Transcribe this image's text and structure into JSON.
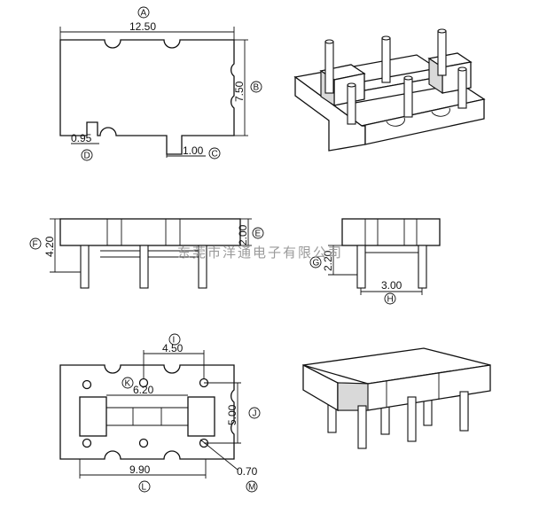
{
  "dimensions": {
    "width_overall": "12.50",
    "height_overall": "7.50",
    "notch_offset": "0.95",
    "pin_slot": "1.00",
    "side_height": "4.20",
    "flange_height": "2.00",
    "end_height": "2.20",
    "pin_spacing_end": "3.00",
    "hole_spacing_top": "4.50",
    "inner_width": "6.20",
    "hole_spacing_side": "5.00",
    "pin_span": "9.90",
    "pin_diameter": "0.70"
  },
  "callouts": {
    "A": "A",
    "B": "B",
    "C": "C",
    "D": "D",
    "E": "E",
    "F": "F",
    "G": "G",
    "H": "H",
    "I": "I",
    "J": "J",
    "K": "K",
    "L": "L",
    "M": "M"
  },
  "watermark": "东莞市洋通电子有限公司"
}
